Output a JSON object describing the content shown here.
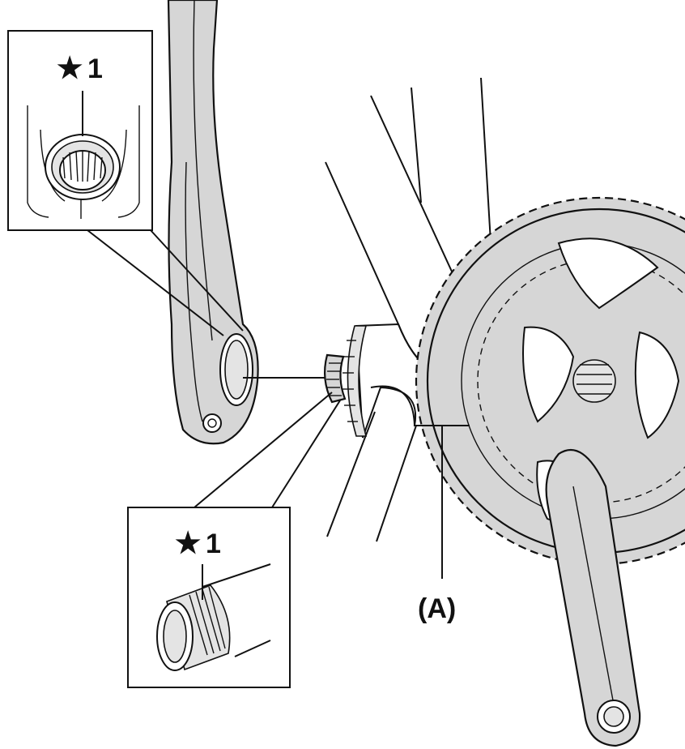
{
  "callouts": {
    "crank_arm_inset": {
      "star": "★",
      "number": "1"
    },
    "spindle_inset": {
      "star": "★",
      "number": "1"
    },
    "part_a": "(A)"
  },
  "icons": [
    "star-icon"
  ],
  "colors": {
    "line": "#111111",
    "part_fill": "#d6d6d6",
    "background": "#ffffff"
  }
}
